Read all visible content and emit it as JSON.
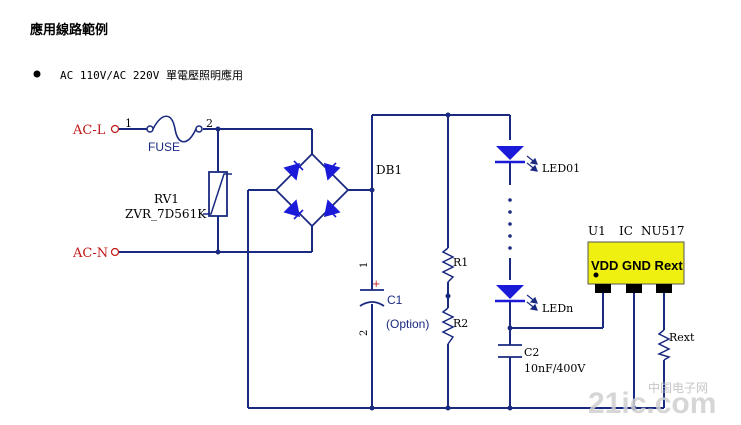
{
  "heading": "應用線路範例",
  "bullet_text": "AC 110V/AC 220V 單電壓照明應用",
  "labels": {
    "ac_l": "AC-L",
    "ac_n": "AC-N",
    "pin1": "1",
    "pin2": "2",
    "fuse": "FUSE",
    "rv1": "RV1",
    "rv1_part": "ZVR_7D561K",
    "db1": "DB1",
    "c1": "C1",
    "c1_option": "(Option)",
    "c1_pin1": "1",
    "c1_pin2": "2",
    "c1_plus": "+",
    "r1": "R1",
    "r2": "R2",
    "led01": "LED01",
    "ledn": "LEDn",
    "c2": "C2",
    "c2_value": "10nF/400V",
    "u1": "U1",
    "ic_label": "IC",
    "ic_part": "NU517",
    "ic_pins": "VDD GND Rext",
    "rext": "Rext",
    "watermark_latin": "21ic.com",
    "watermark_cn": "中国电子网"
  },
  "colors": {
    "wire": "#1a2a80",
    "diode": "#1a1ad8",
    "chip": "#f0f010",
    "label_red": "#c01818",
    "text": "#000000",
    "watermark": "#c8c8c8"
  }
}
